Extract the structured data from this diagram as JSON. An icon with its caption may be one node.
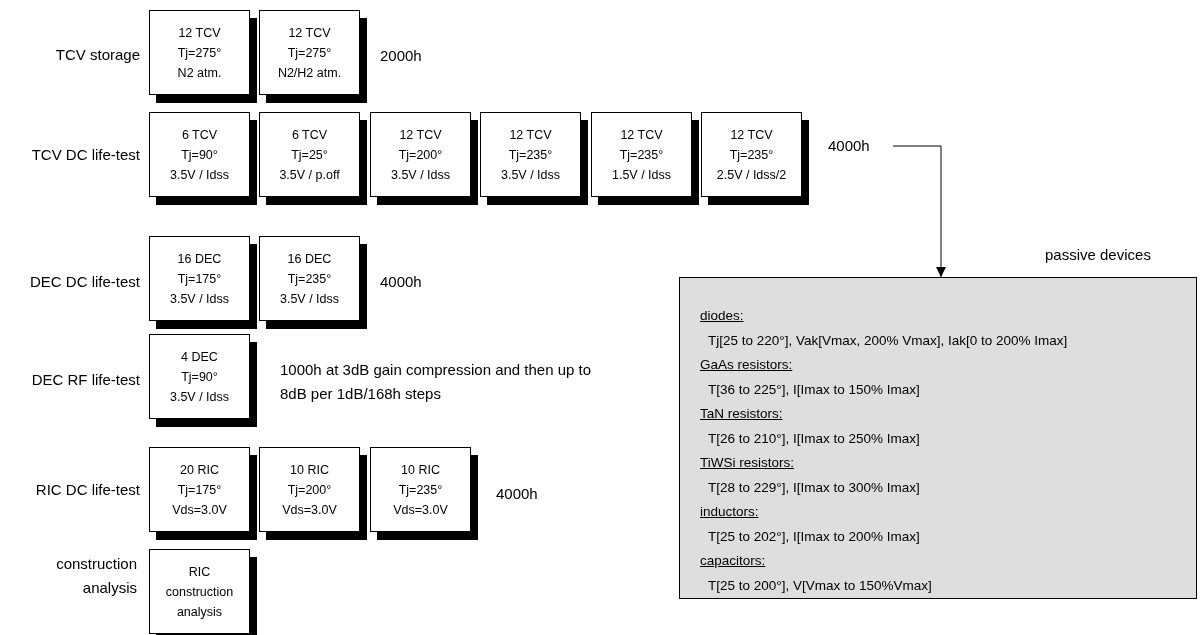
{
  "diagram": {
    "nodes": [
      {
        "text": [
          "12 TCV",
          "Tj=275°",
          "N2 atm."
        ]
      },
      {
        "text": [
          "12 TCV",
          "Tj=275°",
          "N2/H2 atm."
        ]
      },
      {
        "text": [
          "6 TCV",
          "Tj=90°",
          "3.5V / Idss"
        ]
      },
      {
        "text": [
          "6 TCV",
          "Tj=25°",
          "3.5V / p.off"
        ]
      },
      {
        "text": [
          "12 TCV",
          "Tj=200°",
          "3.5V / Idss"
        ]
      },
      {
        "text": [
          "12 TCV",
          "Tj=235°",
          "3.5V / Idss"
        ]
      },
      {
        "text": [
          "12 TCV",
          "Tj=235°",
          "1.5V / Idss"
        ]
      },
      {
        "text": [
          "12 TCV",
          "Tj=235°",
          "2.5V / Idss/2"
        ]
      },
      {
        "text": [
          "4000h"
        ]
      },
      {
        "text": [
          "16 DEC",
          "Tj=175°",
          "3.5V / Idss"
        ]
      },
      {
        "text": [
          "16 DEC",
          "Tj=235°",
          "3.5V / Idss"
        ]
      },
      {
        "text": [
          "4 DEC",
          "Tj=90°",
          "3.5V / Idss"
        ]
      },
      {
        "text": [
          "20 RIC",
          "Tj=175°",
          "Vds=3.0V"
        ]
      },
      {
        "text": [
          "10 RIC",
          "Tj=200°",
          "Vds=3.0V"
        ]
      },
      {
        "text": [
          "10 RIC",
          "Tj=235°",
          "Vds=3.0V"
        ]
      },
      {
        "text": [
          "RIC",
          "construction analysis"
        ]
      },
      {
        "text": [
          "diodes:",
          "Tj[25 to 220°], Vak[Vmax, 200% Vmax], Iak[0 to 200% Imax]",
          "GaAs resistors:",
          "T[36 to 225°], I[Imax to 150% Imax]",
          "TaN resistors:",
          "T[26 to 210°], I[Imax to 250% Imax]",
          "TiWSi resistors:",
          "T[28 to 229°], I[Imax to 300% Imax]",
          "inductors:",
          "T[25 to 202°], I[Imax to 200% Imax]",
          "capacitors:",
          "T[25 to 200°], V[Vmax to 150%Vmax]"
        ]
      }
    ],
    "edges": [
      {
        "from": 8,
        "to": 16,
        "arrow": "to"
      }
    ],
    "labels": [
      "TCV storage",
      "2000h",
      "TCV DC life-test",
      "passive devices",
      "DEC DC life-test",
      "4000h",
      "DEC RF life-test",
      "1000h at 3dB gain compression and then up to 8dB per 1dB/168h steps",
      "RIC DC life-test",
      "4000h",
      "construction analysis"
    ]
  }
}
